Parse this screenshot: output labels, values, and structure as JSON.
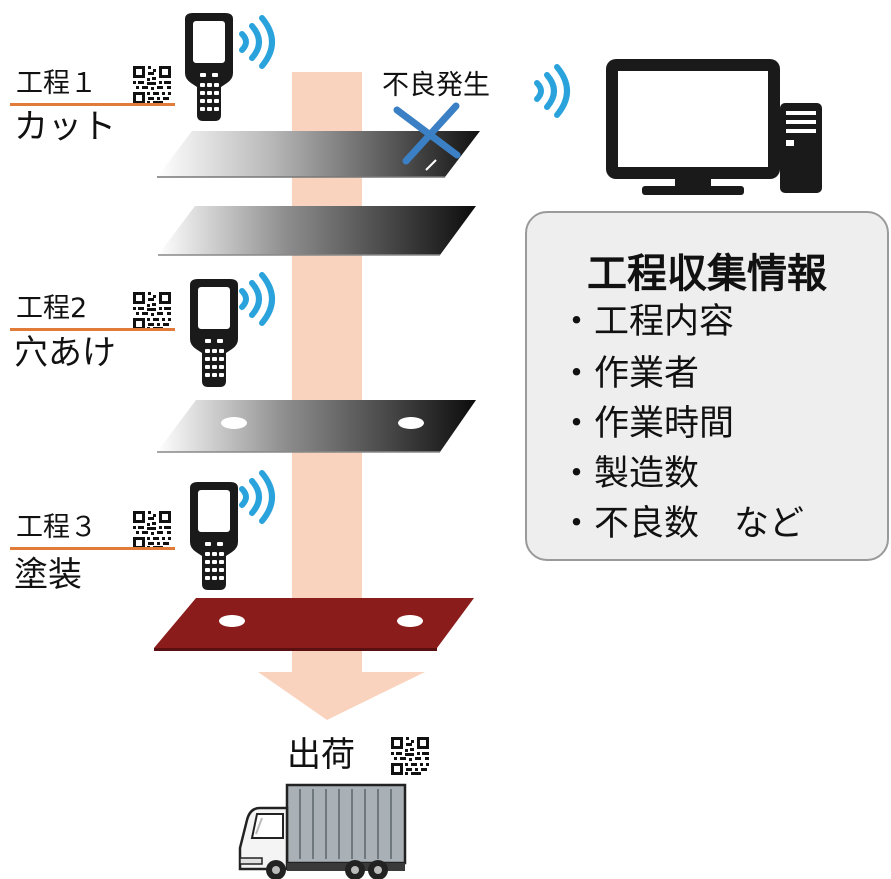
{
  "process_steps": [
    {
      "label": "工程１",
      "name": "カット"
    },
    {
      "label": "工程2",
      "name": "穴あけ"
    },
    {
      "label": "工程３",
      "name": "塗装"
    }
  ],
  "defect_label": "不良発生",
  "info_panel": {
    "title": "工程収集情報",
    "items": [
      "・工程内容",
      "・作業者",
      "・作業時間",
      "・製造数",
      "・不良数　など"
    ]
  },
  "shipping_label": "出荷",
  "colors": {
    "arrow": "#f9d3bd",
    "underline": "#e07b39",
    "wifi": "#2aa3dc",
    "defect_cross": "#3b7fc4",
    "painted_plate": "#8b1c1c",
    "panel_bg": "#eeeeee"
  },
  "icons": [
    "handheld-scanner-icon",
    "qr-code-icon",
    "wifi-signal-icon",
    "monitor-icon",
    "pc-tower-icon",
    "delivery-truck-icon"
  ]
}
